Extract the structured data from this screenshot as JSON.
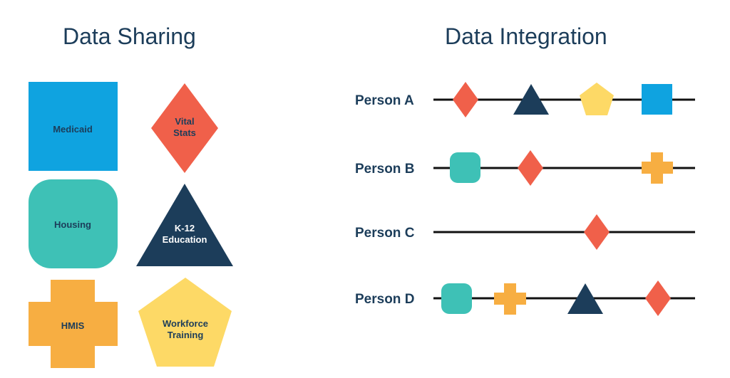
{
  "titles": {
    "data_sharing": "Data Sharing",
    "data_integration": "Data Integration"
  },
  "colors": {
    "navy": "#1c3d5a",
    "blue": "#0fa3e0",
    "coral": "#f0604a",
    "teal": "#3ec1b6",
    "orange": "#f7ae42",
    "yellow": "#fdd966",
    "line": "#111111"
  },
  "sources": {
    "medicaid": {
      "label_lines": [
        "Medicaid"
      ],
      "shape": "square",
      "color": "#0fa3e0"
    },
    "vital_stats": {
      "label_lines": [
        "Vital",
        "Stats"
      ],
      "shape": "diamond",
      "color": "#f0604a"
    },
    "housing": {
      "label_lines": [
        "Housing"
      ],
      "shape": "rounded-square",
      "color": "#3ec1b6"
    },
    "k12": {
      "label_lines": [
        "K-12",
        "Education"
      ],
      "shape": "triangle",
      "color": "#1c3d5a"
    },
    "hmis": {
      "label_lines": [
        "HMIS"
      ],
      "shape": "cross",
      "color": "#f7ae42"
    },
    "workforce": {
      "label_lines": [
        "Workforce",
        "Training"
      ],
      "shape": "pentagon",
      "color": "#fdd966"
    }
  },
  "people": [
    {
      "label": "Person A",
      "markers": [
        "diamond",
        "triangle",
        "pentagon",
        "square"
      ]
    },
    {
      "label": "Person B",
      "markers": [
        "rounded-square",
        "diamond",
        "cross"
      ]
    },
    {
      "label": "Person C",
      "markers": [
        "diamond"
      ]
    },
    {
      "label": "Person D",
      "markers": [
        "rounded-square",
        "cross",
        "triangle",
        "diamond"
      ]
    }
  ]
}
